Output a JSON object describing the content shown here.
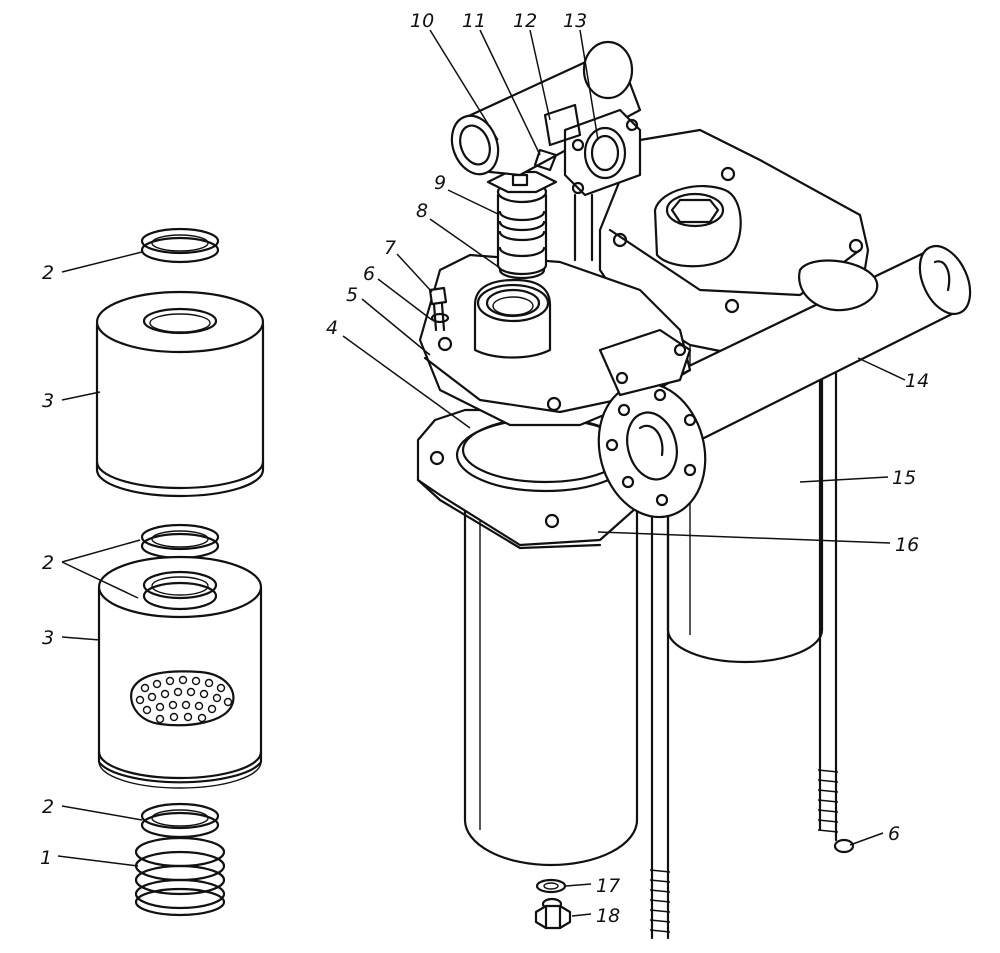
{
  "callouts": {
    "c1": "1",
    "c2a": "2",
    "c2b": "2",
    "c2c": "2",
    "c3a": "3",
    "c3b": "3",
    "c4": "4",
    "c5": "5",
    "c6a": "6",
    "c6b": "6",
    "c7": "7",
    "c8": "8",
    "c9": "9",
    "c10": "10",
    "c11": "11",
    "c12": "12",
    "c13": "13",
    "c14": "14",
    "c15": "15",
    "c16": "16",
    "c17": "17",
    "c18": "18"
  }
}
